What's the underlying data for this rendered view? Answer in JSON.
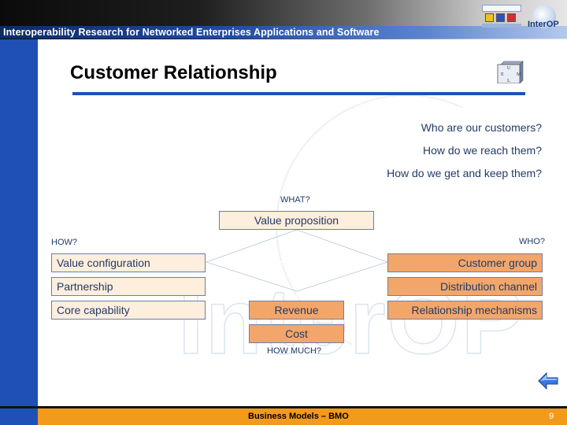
{
  "header": {
    "title": "Interoperability Research for Networked Enterprises Applications and Software",
    "logo_text": "InterOP"
  },
  "slide": {
    "title": "Customer Relationship",
    "questions": [
      "Who are our customers?",
      "How do we reach them?",
      "How do we get and keep them?"
    ]
  },
  "diagram": {
    "what_label": "WHAT?",
    "how_label": "HOW?",
    "who_label": "WHO?",
    "how_much_label": "HOW MUCH?",
    "value_proposition": "Value proposition",
    "left_boxes": [
      "Value configuration",
      "Partnership",
      "Core capability"
    ],
    "right_boxes": [
      "Customer group",
      "Distribution channel",
      "Relationship mechanisms"
    ],
    "revenue": "Revenue",
    "cost": "Cost"
  },
  "footer": {
    "title": "Business Models – BMO",
    "page_number": "9"
  },
  "colors": {
    "accent_blue": "#1f50b6",
    "footer_orange": "#f29a1c",
    "box_cream": "#fdeedd",
    "box_orange": "#f3a66a",
    "text_navy": "#223a66"
  },
  "icons": [
    "cube-icon",
    "back-arrow-icon"
  ]
}
